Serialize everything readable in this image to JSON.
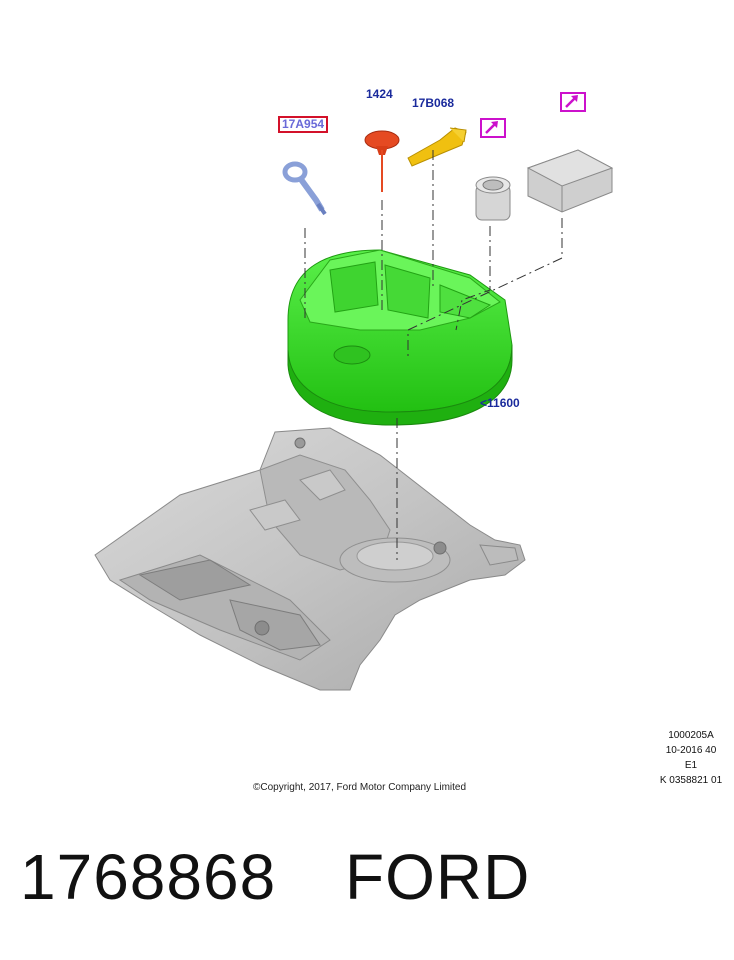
{
  "callouts": {
    "jack_handle": "17A954",
    "wheel_bolt": "1424",
    "jack_wrench": "17B068",
    "spare_tray": "<11600"
  },
  "revision": {
    "line1": "1000205A",
    "line2": "10-2016 40",
    "line3": "E1",
    "line4": "K 0358821 01"
  },
  "copyright": "©Copyright, 2017, Ford Motor Company Limited",
  "part_number": "1768868",
  "brand": "FORD",
  "colors": {
    "tray": "#33dd22",
    "callout_text": "#1a2a9c",
    "callout_box": "#d3112a",
    "new_part_box": "#cc11cc"
  },
  "icons": [
    "new-part-arrow-icon",
    "new-part-arrow-icon"
  ]
}
